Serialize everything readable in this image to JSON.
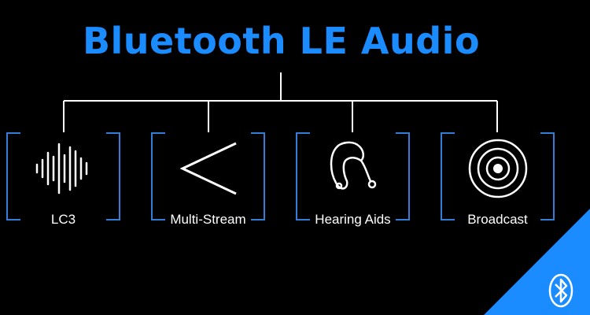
{
  "title": "Bluetooth LE Audio",
  "features": [
    {
      "label": "LC3",
      "icon": "waveform-icon"
    },
    {
      "label": "Multi-Stream",
      "icon": "less-than-icon"
    },
    {
      "label": "Hearing Aids",
      "icon": "hearing-aid-icon"
    },
    {
      "label": "Broadcast",
      "icon": "broadcast-target-icon"
    }
  ],
  "colors": {
    "title": "#1a8cff",
    "box_border": "#2f7fd8",
    "corner": "#1a8cff",
    "background": "#000000",
    "text": "#ffffff"
  }
}
